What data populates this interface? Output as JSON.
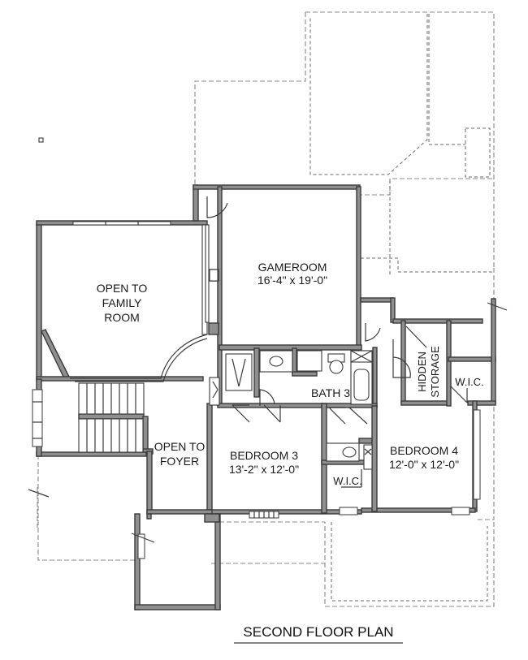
{
  "rooms": {
    "gameroom": {
      "name": "GAMEROOM",
      "size": "16'-4\" x 19'-0\""
    },
    "open_family": {
      "line1": "OPEN TO",
      "line2": "FAMILY",
      "line3": "ROOM"
    },
    "open_foyer": {
      "line1": "OPEN TO",
      "line2": "FOYER"
    },
    "bedroom3": {
      "name": "BEDROOM 3",
      "size": "13'-2\" x 12'-0\""
    },
    "bedroom4": {
      "name": "BEDROOM 4",
      "size": "12'-0\" x 12'-0\""
    },
    "bath3": {
      "name": "BATH 3"
    },
    "wic_bed3": {
      "name": "W.I.C."
    },
    "wic_bed4": {
      "name": "W.I.C."
    },
    "hidden_storage": {
      "line1": "HIDDEN",
      "line2": "STORAGE"
    }
  },
  "plan_title": "SECOND FLOOR PLAN"
}
